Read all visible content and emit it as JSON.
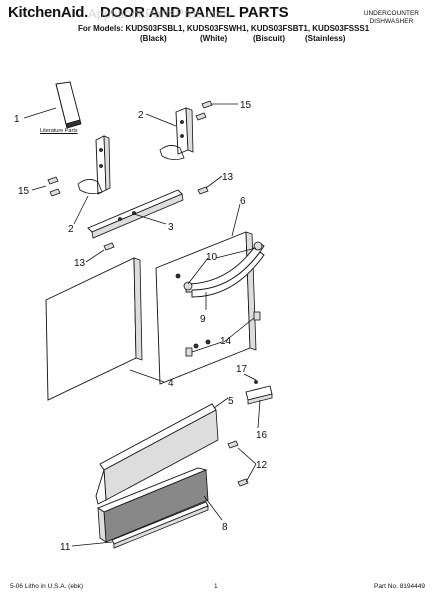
{
  "header": {
    "brand": "KitchenAid.",
    "title": "DOOR AND PANEL PARTS",
    "watermark": "AppliancePartsPros.com",
    "side_line1": "UNDERCOUNTER",
    "side_line2": "DISHWASHER",
    "models_line": "For Models: KUDS03FSBL1, KUDS03FSWH1, KUDS03FSBT1, KUDS03FSSS1",
    "variants": [
      "(Black)",
      "(White)",
      "(Biscuit)",
      "(Stainless)"
    ]
  },
  "labels": {
    "literature": "Literature Parts",
    "callouts": [
      "1",
      "2",
      "15",
      "15",
      "2",
      "13",
      "3",
      "13",
      "6",
      "10",
      "9",
      "14",
      "4",
      "17",
      "5",
      "16",
      "12",
      "8",
      "11"
    ]
  },
  "footer": {
    "left": "5-06 Litho in U.S.A. (ebk)",
    "page": "1",
    "part_no": "Part No. 8194449"
  }
}
